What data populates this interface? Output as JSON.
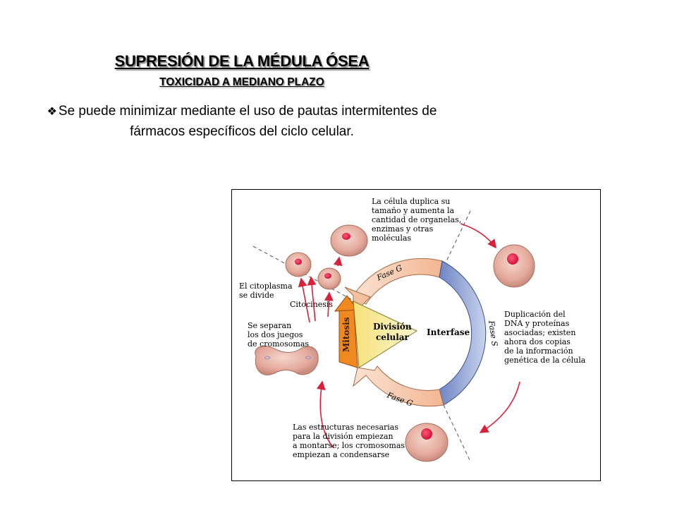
{
  "slide": {
    "title": "SUPRESIÓN DE LA MÉDULA ÓSEA",
    "subtitle": "TOXICIDAD A MEDIANO PLAZO",
    "bullet_icon": "diamond-bullet-icon",
    "body_text": "Se puede minimizar mediante el uso de pautas intermitentes de fármacos específicos del ciclo celular."
  },
  "diagram": {
    "center_label": [
      "División",
      "celular"
    ],
    "mitosis_label": "Mitosis",
    "interfase_label": "Interfase",
    "fase_g_top": "Fase G",
    "fase_s": "Fase S",
    "fase_g_bottom": "Fase G",
    "citocinesis": "Citocinesis",
    "note_top": [
      "La célula duplica su",
      "tamaño y aumenta la",
      "cantidad de organelas,",
      "enzimas y otras",
      "moléculas"
    ],
    "note_right": [
      "Duplicación del",
      "DNA y proteínas",
      "asociadas; existen",
      "ahora dos copias",
      "de la información",
      "genética de la célula"
    ],
    "note_bottom": [
      "Las estructuras necesarias",
      "para la división empiezan",
      "a montarse; los cromosomas",
      "empiezan a condensarse"
    ],
    "note_left_top": [
      "El citoplasma",
      "se divide"
    ],
    "note_left_mid": [
      "Se separan",
      "los dos juegos",
      "de cromosomas"
    ],
    "colors": {
      "ring_g": "#f6c8a8",
      "ring_s": "#7f94cc",
      "mitosis": "#f08a20",
      "center": "#f9eea0",
      "cell": "#e8b4a8",
      "nucleus": "#e0204a",
      "arrow": "#d8203a"
    }
  }
}
